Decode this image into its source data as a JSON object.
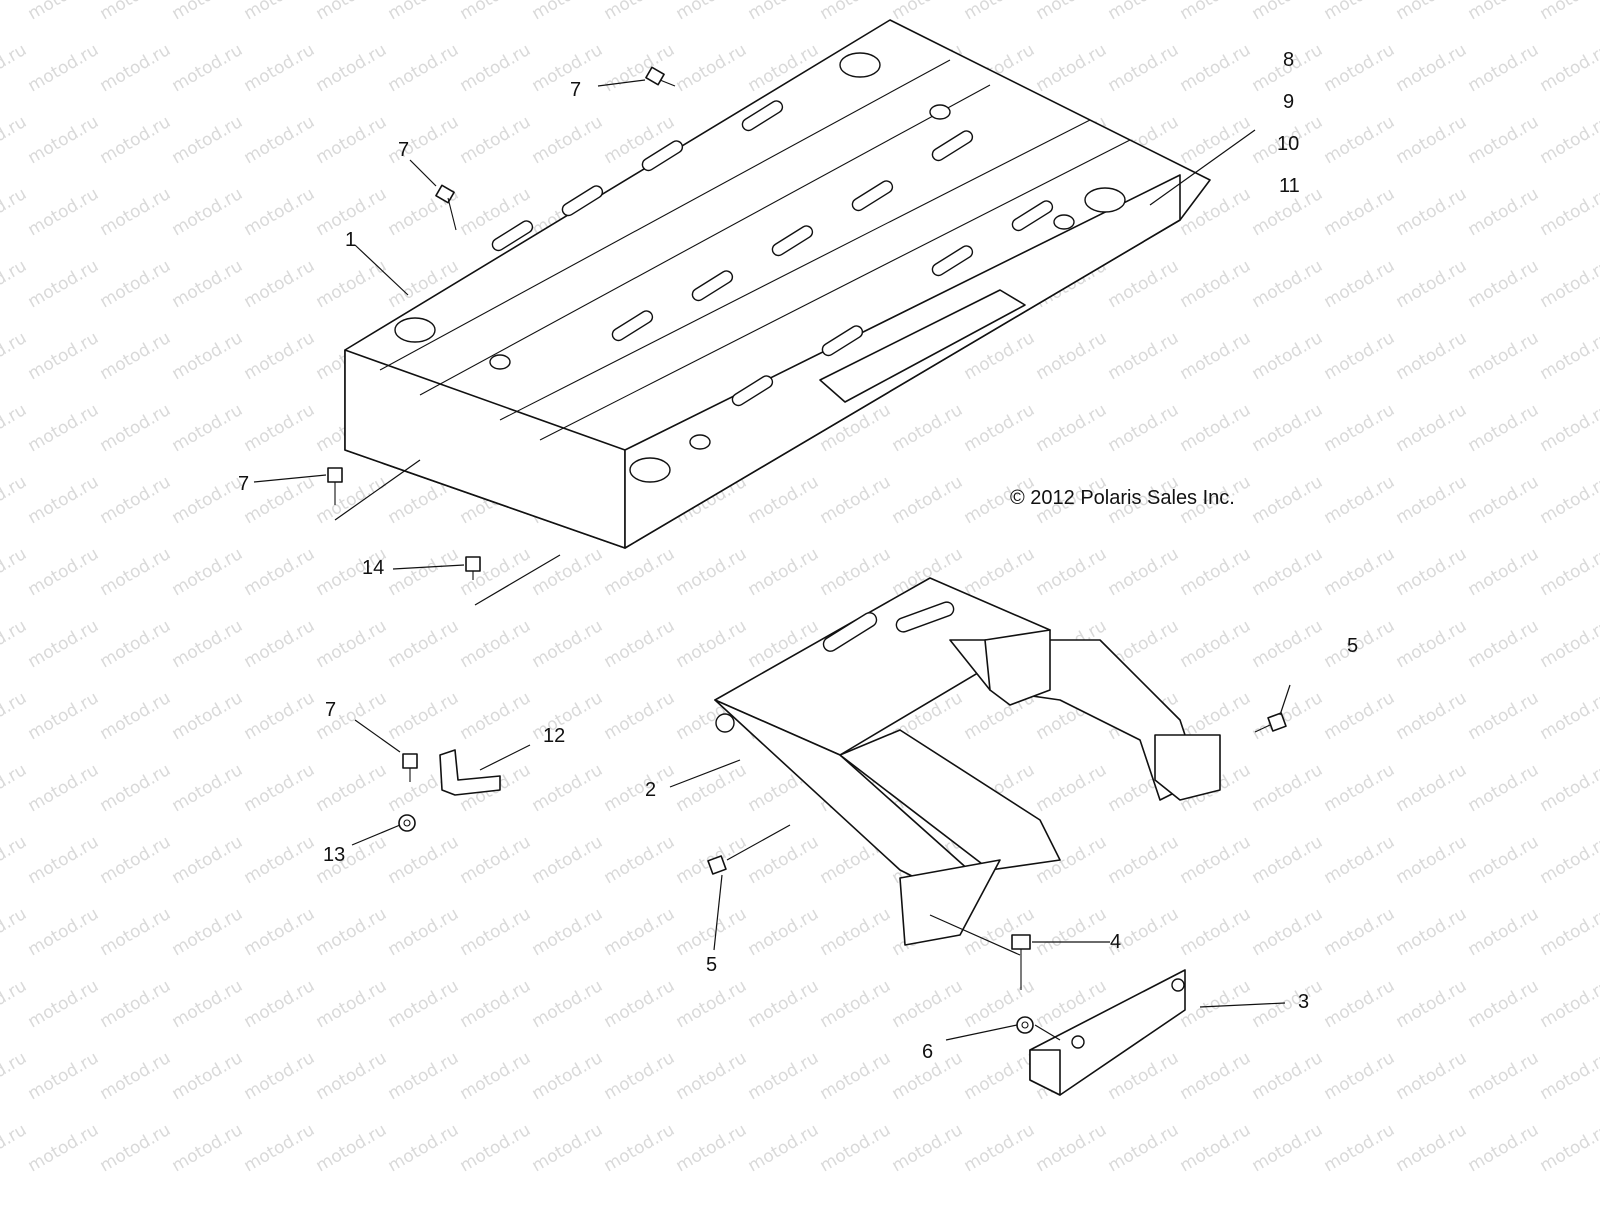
{
  "callouts": {
    "c1": "1",
    "c2": "2",
    "c3": "3",
    "c4": "4",
    "c5a": "5",
    "c5b": "5",
    "c6": "6",
    "c7a": "7",
    "c7b": "7",
    "c7c": "7",
    "c7d": "7",
    "c8": "8",
    "c9": "9",
    "c10": "10",
    "c11": "11",
    "c12": "12",
    "c13": "13",
    "c14": "14"
  },
  "copyright": "© 2012 Polaris Sales Inc.",
  "watermark": "motod.ru"
}
